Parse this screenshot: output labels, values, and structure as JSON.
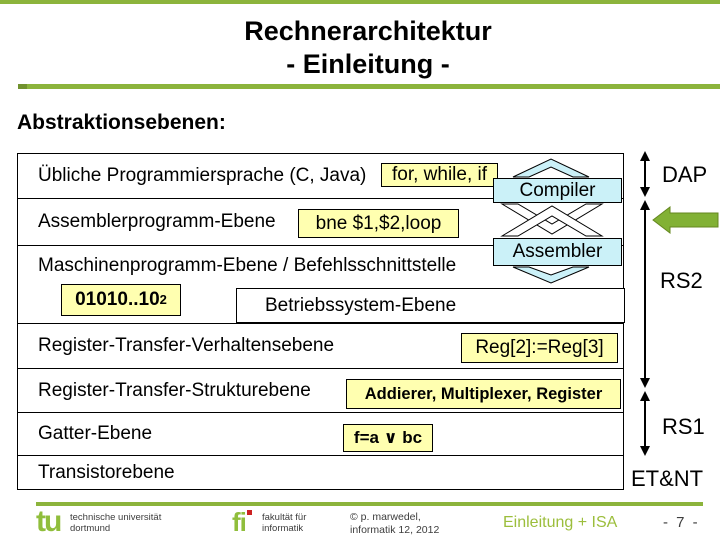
{
  "colors": {
    "accent_green": "#8CB43C",
    "logo_green": "#90BE3C",
    "arrow_green": "#82B135",
    "example_yellow": "#FFFFB0",
    "translator_cyan": "#CBF1F8"
  },
  "title": {
    "line1": "Rechnerarchitektur",
    "line2": "- Einleitung -"
  },
  "heading": "Abstraktionsebenen:",
  "levels": {
    "rows": [
      {
        "label": "Übliche Programmiersprache (C, Java)",
        "example": "for, while, if"
      },
      {
        "label": "Assemblerprogramm-Ebene",
        "example": "bne $1,$2,loop"
      },
      {
        "label": "Maschinenprogramm-Ebene / Befehlsschnittstelle",
        "example": "01010..10",
        "example_sub": "2",
        "os_box": "Betriebssystem-Ebene"
      },
      {
        "label": "Register-Transfer-Verhaltensebene",
        "example": "Reg[2]:=Reg[3]"
      },
      {
        "label": "Register-Transfer-Strukturebene",
        "example": "Addierer, Multiplexer, Register"
      },
      {
        "label": "Gatter-Ebene",
        "example": "f=a ∨ bc"
      },
      {
        "label": "Transistorebene"
      }
    ]
  },
  "translators": {
    "compiler": "Compiler",
    "assembler": "Assembler"
  },
  "side_labels": {
    "dap": "DAP",
    "rs2": "RS2",
    "rs1": "RS1",
    "etnt": "ET&NT"
  },
  "footer": {
    "tu_logo": "tu",
    "uni_line1": "technische universität",
    "uni_line2": "dortmund",
    "fi_logo": "fi",
    "faculty_line1": "fakultät für",
    "faculty_line2": "informatik",
    "copyright_line1": "© p. marwedel,",
    "copyright_line2": "informatik 12,  2012",
    "chapter": "Einleitung + ISA",
    "page": "- 7 -"
  }
}
